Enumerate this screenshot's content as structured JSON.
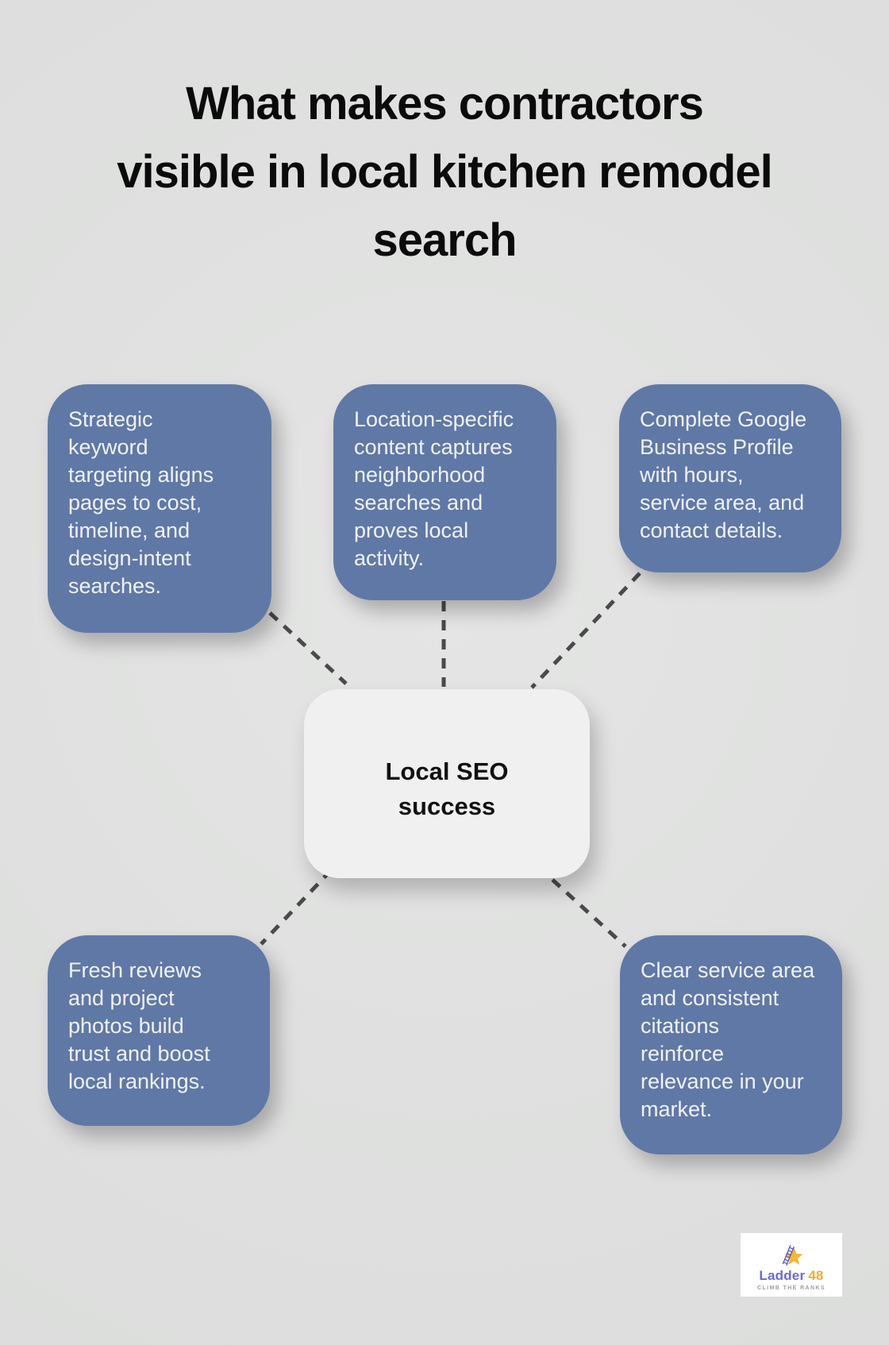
{
  "title": "What makes contractors\nvisible in local kitchen remodel\nsearch",
  "center_node": {
    "label": "Local SEO\nsuccess"
  },
  "nodes": [
    {
      "id": "keyword-targeting",
      "text": "Strategic\nkeyword\ntargeting aligns\npages to cost,\ntimeline, and\ndesign-intent\nsearches."
    },
    {
      "id": "location-content",
      "text": "Location-specific\ncontent captures\nneighborhood\nsearches and\nproves local\nactivity."
    },
    {
      "id": "google-business-profile",
      "text": "Complete Google\nBusiness Profile\nwith hours,\nservice area, and\ncontact details."
    },
    {
      "id": "reviews-photos",
      "text": "Fresh reviews\nand project\nphotos build\ntrust and boost\nlocal rankings."
    },
    {
      "id": "service-area-citations",
      "text": "Clear service area\nand consistent\ncitations\nreinforce\nrelevance in your\nmarket."
    }
  ],
  "logo": {
    "brand": "Ladder 48",
    "brand_word": "Ladder",
    "brand_number": "48",
    "tagline": "CLIMB THE RANKS"
  },
  "colors": {
    "background": "#dfe0df",
    "node_fill": "#6078a6",
    "node_text": "#eff2f7",
    "center_fill": "#f0f0f1",
    "center_text": "#111111",
    "connector": "#4a4a4a",
    "title_text": "#0b0b0b",
    "logo_star": "#f6b62e",
    "logo_ladder": "#5456c8",
    "logo_brand_word": "#6b68de",
    "logo_brand_number": "#f6ac28",
    "logo_tagline": "#9aa0a6"
  }
}
